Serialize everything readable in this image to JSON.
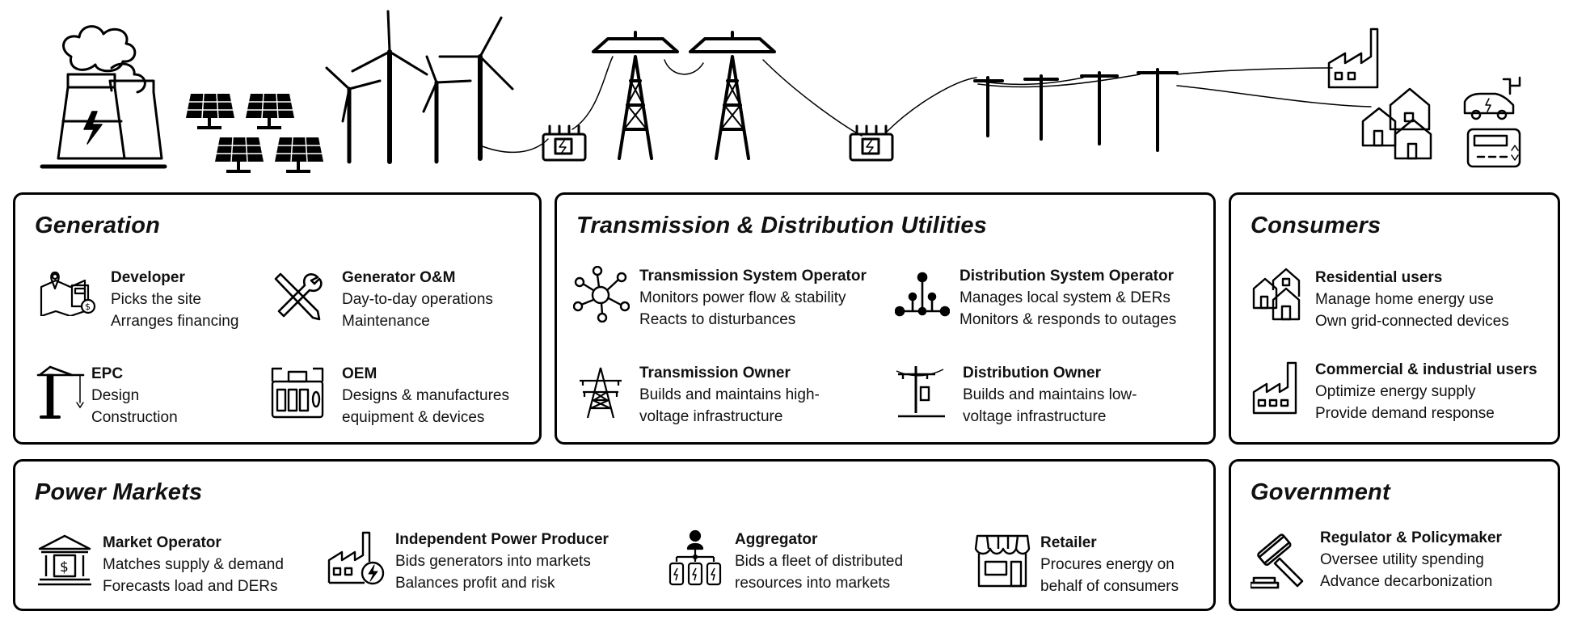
{
  "diagram_title": "",
  "scene_icons": [
    "power-plant-icon",
    "solar-panels-icon",
    "wind-turbines-icon",
    "transformer-icon",
    "transmission-tower-icon",
    "distribution-poles-icon",
    "factory-icon",
    "houses-icon",
    "electric-car-icon",
    "thermostat-icon"
  ],
  "sections": {
    "generation": {
      "title": "Generation",
      "roles": [
        {
          "name": "Developer",
          "lines": [
            "Picks the site",
            "Arranges financing"
          ],
          "icon": "site-map-icon"
        },
        {
          "name": "Generator O&M",
          "lines": [
            "Day-to-day operations",
            "Maintenance"
          ],
          "icon": "tools-icon"
        },
        {
          "name": "EPC",
          "lines": [
            "Design",
            "Construction"
          ],
          "icon": "crane-icon"
        },
        {
          "name": "OEM",
          "lines": [
            "Designs & manufactures",
            "equipment & devices"
          ],
          "icon": "equipment-icon"
        }
      ]
    },
    "td": {
      "title": "Transmission & Distribution Utilities",
      "roles": [
        {
          "name": "Transmission System Operator",
          "lines": [
            "Monitors power flow & stability",
            "Reacts to disturbances"
          ],
          "icon": "network-hub-icon"
        },
        {
          "name": "Distribution System Operator",
          "lines": [
            "Manages local system & DERs",
            "Monitors & responds to outages"
          ],
          "icon": "distribution-network-icon"
        },
        {
          "name": "Transmission Owner",
          "lines": [
            "Builds and maintains high-",
            "voltage infrastructure"
          ],
          "icon": "pylon-icon"
        },
        {
          "name": "Distribution Owner",
          "lines": [
            "Builds and maintains low-",
            "voltage infrastructure"
          ],
          "icon": "utility-pole-icon"
        }
      ]
    },
    "consumers": {
      "title": "Consumers",
      "roles": [
        {
          "name": "Residential users",
          "lines": [
            "Manage home energy use",
            "Own grid-connected devices"
          ],
          "icon": "houses-icon"
        },
        {
          "name": "Commercial & industrial users",
          "lines": [
            "Optimize energy supply",
            "Provide demand response"
          ],
          "icon": "factory-icon"
        }
      ]
    },
    "markets": {
      "title": "Power Markets",
      "roles": [
        {
          "name": "Market Operator",
          "lines": [
            "Matches supply & demand",
            "Forecasts load and DERs"
          ],
          "icon": "bank-icon"
        },
        {
          "name": "Independent Power Producer",
          "lines": [
            "Bids generators into markets",
            "Balances profit and risk"
          ],
          "icon": "factory-bolt-icon"
        },
        {
          "name": "Aggregator",
          "lines": [
            "Bids a fleet of distributed",
            "resources into markets"
          ],
          "icon": "batteries-icon"
        },
        {
          "name": "Retailer",
          "lines": [
            "Procures energy on",
            "behalf of consumers"
          ],
          "icon": "storefront-icon"
        }
      ]
    },
    "government": {
      "title": "Government",
      "roles": [
        {
          "name": "Regulator & Policymaker",
          "lines": [
            "Oversee utility spending",
            "Advance decarbonization"
          ],
          "icon": "gavel-icon"
        }
      ]
    }
  }
}
